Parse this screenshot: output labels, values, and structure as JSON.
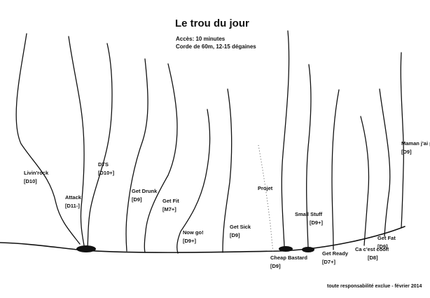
{
  "title": "Le trou du jour",
  "info": {
    "access": "Accès: 10 minutes",
    "gear": "Corde de 60m, 12-15 dégaines"
  },
  "footer": "toute responsabilité exclue - février 2014",
  "routes": [
    {
      "id": "livin-rock",
      "name": "Livin'rock",
      "grade": "[D10]"
    },
    {
      "id": "attack",
      "name": "Attack",
      "grade": "[D11-]"
    },
    {
      "id": "dts",
      "name": "DTS",
      "grade": "[D10+]"
    },
    {
      "id": "get-drunk",
      "name": "Get Drunk",
      "grade": "[D9]"
    },
    {
      "id": "get-fit",
      "name": "Get Fit",
      "grade": "[M7+]"
    },
    {
      "id": "now-go",
      "name": "Now go!",
      "grade": "[D9+]"
    },
    {
      "id": "get-sick",
      "name": "Get Sick",
      "grade": "[D9]"
    },
    {
      "id": "projet",
      "name": "Projet",
      "grade": ""
    },
    {
      "id": "cheap-bastard",
      "name": "Cheap Bastard",
      "grade": "[D9]"
    },
    {
      "id": "small-stuff",
      "name": "Small Stuff",
      "grade": "[D9+]"
    },
    {
      "id": "get-ready",
      "name": "Get Ready",
      "grade": "[D7+]"
    },
    {
      "id": "ca-cest-cool",
      "name": "Ca c'est cool!",
      "grade": "[D8]"
    },
    {
      "id": "get-fat",
      "name": "Get Fat",
      "grade": "[D9]"
    },
    {
      "id": "maman-jai-peur",
      "name": "Maman j'ai peur",
      "grade": "[D9]"
    }
  ]
}
